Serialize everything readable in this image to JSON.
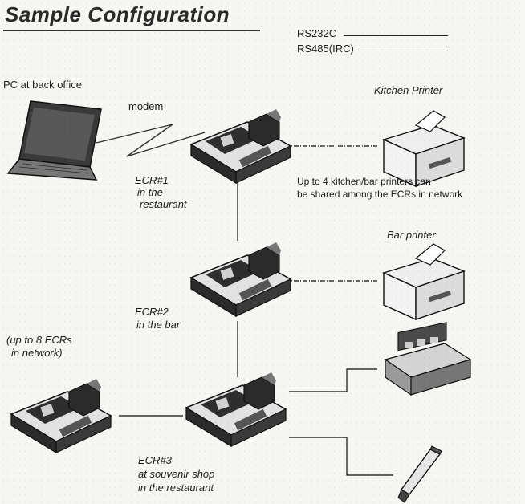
{
  "title": "Sample Configuration",
  "legend": {
    "rs232c": "RS232C",
    "rs485": "RS485(IRC)"
  },
  "labels": {
    "pc": "PC at back office",
    "modem": "modem",
    "kitchen_printer": "Kitchen Printer",
    "printer_note_1": "Up to 4 kitchen/bar printers can",
    "printer_note_2": "be shared among the ECRs in network",
    "bar_printer": "Bar printer",
    "ecr1_1": "ECR#1",
    "ecr1_2": "in the",
    "ecr1_3": "restaurant",
    "ecr2_1": "ECR#2",
    "ecr2_2": "in the bar",
    "network_1": "(up to 8 ECRs",
    "network_2": "in network)",
    "ecr3_1": "ECR#3",
    "ecr3_2": "at souvenir shop",
    "ecr3_3": "in the restaurant"
  },
  "icons": [
    "laptop-icon",
    "cash-register-icon",
    "printer-icon",
    "barcode-scanner-icon",
    "scale-icon"
  ],
  "colors": {
    "ink": "#1c1c1c",
    "paper": "#f6f6f3",
    "device_dark": "#262626",
    "device_mid": "#6a6a6a",
    "device_light": "#d8d8d8"
  }
}
